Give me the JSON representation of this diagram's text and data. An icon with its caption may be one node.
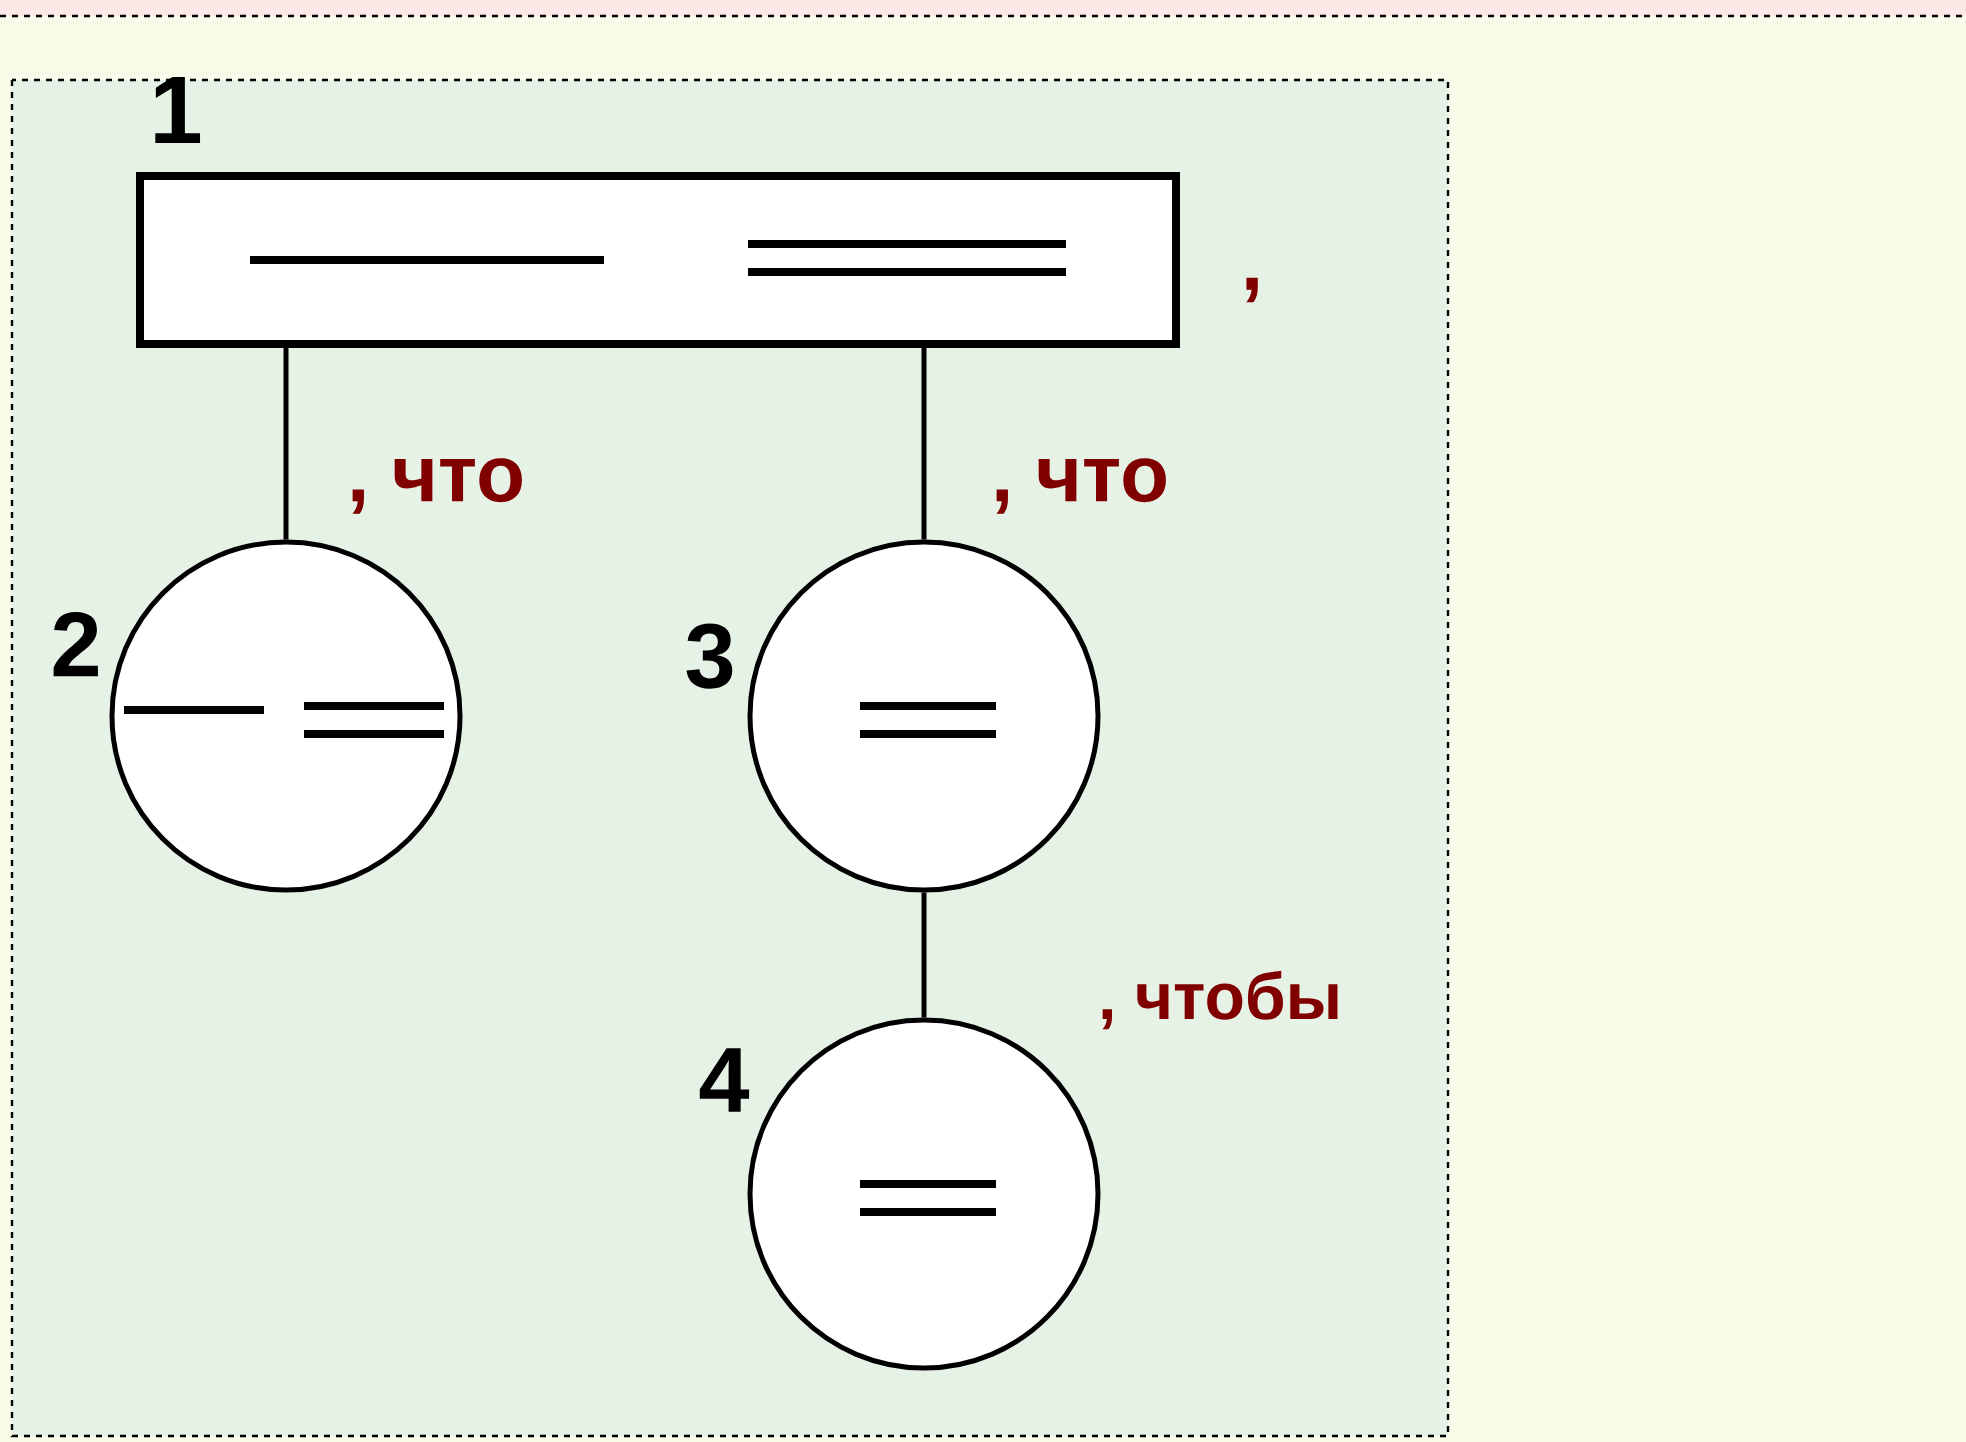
{
  "diagram": {
    "nodes": [
      {
        "text": [],
        "shape": "box",
        "beside": [
          "1",
          ","
        ]
      },
      {
        "text": [],
        "shape": "circle",
        "beside": [
          "2"
        ]
      },
      {
        "text": [],
        "shape": "circle",
        "beside": [
          "3"
        ]
      },
      {
        "text": [],
        "shape": "circle",
        "beside": [
          "4"
        ]
      }
    ],
    "edges": [
      {
        "from": 0,
        "to": 1,
        "arrow": "none",
        "label": ", что"
      },
      {
        "from": 0,
        "to": 2,
        "arrow": "none",
        "label": ", что"
      },
      {
        "from": 2,
        "to": 3,
        "arrow": "none",
        "label": ", чтобы"
      }
    ]
  }
}
